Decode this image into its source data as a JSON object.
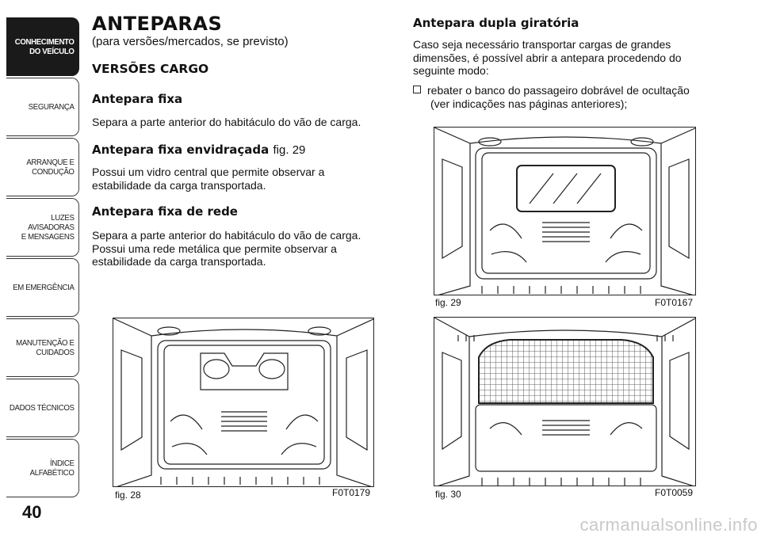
{
  "sidebar": {
    "tabs": [
      {
        "label": "CONHECIMENTO\nDO VEÍCULO",
        "active": true
      },
      {
        "label": "SEGURANÇA",
        "active": false
      },
      {
        "label": "ARRANQUE E\nCONDUÇÃO",
        "active": false
      },
      {
        "label": "LUZES AVISADORAS\nE MENSAGENS",
        "active": false
      },
      {
        "label": "EM EMERGÊNCIA",
        "active": false
      },
      {
        "label": "MANUTENÇÃO E\nCUIDADOS",
        "active": false
      },
      {
        "label": "DADOS TÉCNICOS",
        "active": false
      },
      {
        "label": "ÍNDICE ALFABÉTICO",
        "active": false
      }
    ],
    "page_number": "40"
  },
  "left": {
    "title": "ANTEPARAS",
    "subtitle": "(para versões/mercados, se previsto)",
    "section": "VERSÕES CARGO",
    "fixa_heading": "Antepara fixa",
    "fixa_text": "Separa a parte anterior do habitáculo do vão de carga.",
    "envidracada_heading": "Antepara fixa envidraçada",
    "envidracada_ref": "fig. 29",
    "envidracada_text": "Possui um vidro central que permite observar a estabilidade da carga transportada.",
    "rede_heading": "Antepara fixa de rede",
    "rede_text": "Separa a parte anterior do habitáculo do vão de carga. Possui uma rede metálica que permite observar a estabilidade da carga transportada."
  },
  "right": {
    "heading": "Antepara dupla giratória",
    "intro": "Caso seja necessário transportar cargas de grandes dimensões, é possível abrir a antepara procedendo do seguinte modo:",
    "bullet_line1": "rebater o banco do passageiro dobrável de ocultação",
    "bullet_line2": "(ver indicações nas páginas anteriores);"
  },
  "figures": {
    "fig28": {
      "label": "fig. 28",
      "code": "F0T0179"
    },
    "fig29": {
      "label": "fig. 29",
      "code": "F0T0167"
    },
    "fig30": {
      "label": "fig. 30",
      "code": "F0T0059"
    }
  },
  "watermark": "carmanualsonline.info"
}
